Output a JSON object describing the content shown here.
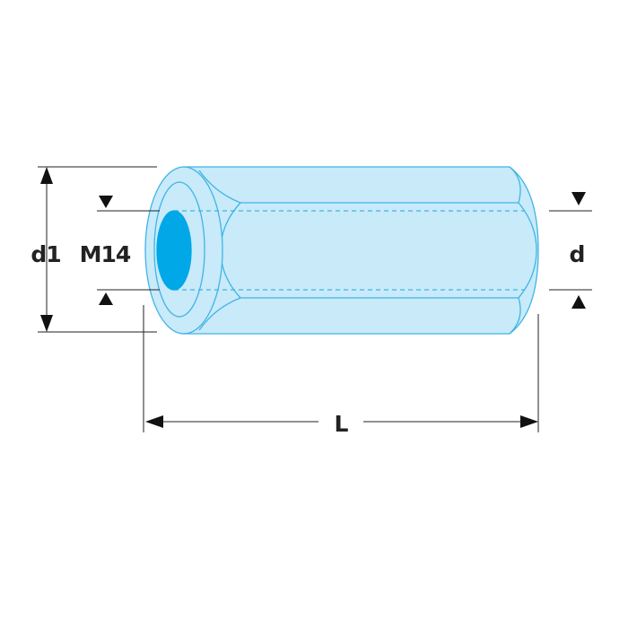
{
  "labels": {
    "d1": "d1",
    "thread": "M14",
    "d": "d",
    "length": "L"
  },
  "colors": {
    "body_fill": "#c8eaf9",
    "outline": "#3fb4e6",
    "hole": "#00a8e8",
    "dimension": "#222222"
  }
}
